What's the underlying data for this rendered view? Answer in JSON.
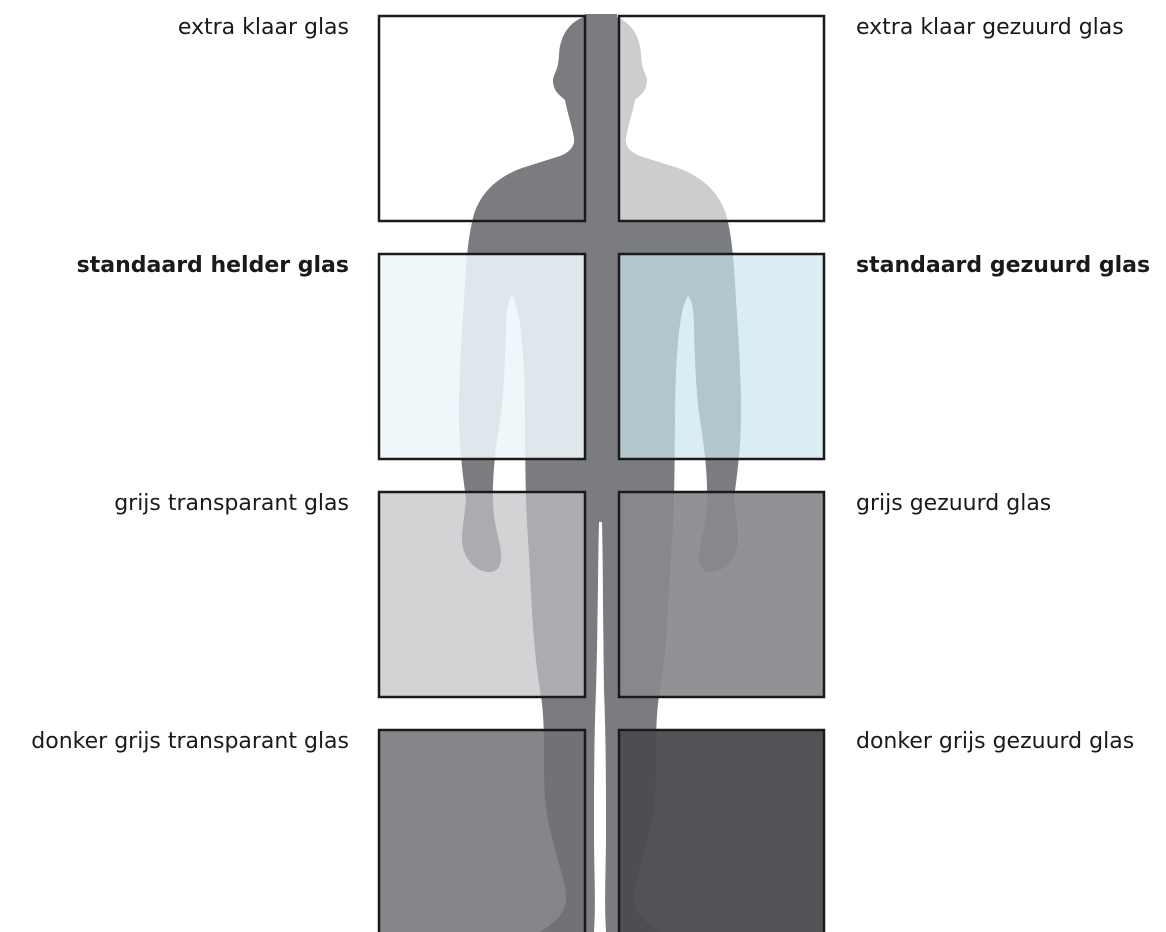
{
  "left_labels": [
    {
      "text": "extra klaar glas",
      "bold": false
    },
    {
      "text": "standaard helder glas",
      "bold": true
    },
    {
      "text": "grijs transparant glas",
      "bold": false
    },
    {
      "text": "donker grijs transparant glas",
      "bold": false
    }
  ],
  "right_labels": [
    {
      "text": "extra klaar gezuurd glas",
      "bold": false
    },
    {
      "text": "standaard gezuurd glas",
      "bold": true
    },
    {
      "text": "grijs gezuurd glas",
      "bold": false
    },
    {
      "text": "donker grijs gezuurd glas",
      "bold": false
    }
  ],
  "colors": {
    "figure": "#7b7c80",
    "figure_behind_frosted": "#cfd0d2",
    "extra_clear_tint": "#ffffff",
    "standard_clear_tint": "#eef6fa",
    "standard_frosted_tint": "#c9e6ee",
    "grey_transparent_tint": "#bfc0c3",
    "grey_frosted_tint": "#88898c",
    "dark_grey_transparent_tint": "#707174",
    "dark_grey_frosted_tint": "#4b4c4f",
    "frame": "#1a1a1a"
  }
}
